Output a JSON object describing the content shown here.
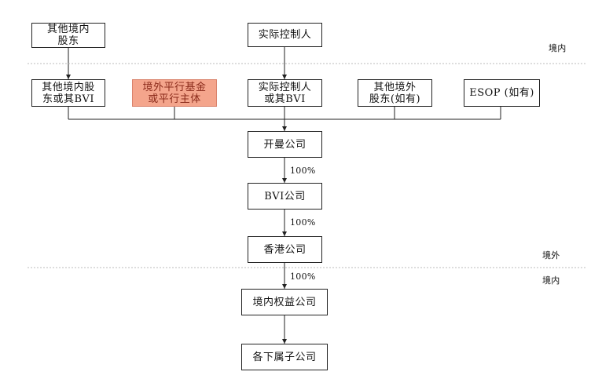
{
  "nodes": {
    "other_domestic_shareholders": "其他境内\n股东",
    "actual_controller": "实际控制人",
    "other_domestic_bvi": "其他境内股\n东或其BVI",
    "overseas_parallel_fund": "境外平行基金\n或平行主体",
    "actual_controller_bvi": "实际控制人\n或其BVI",
    "other_overseas_shareholders": "其他境外\n股东(如有)",
    "esop": "ESOP (如有)",
    "cayman_company": "开曼公司",
    "bvi_company": "BVI公司",
    "hk_company": "香港公司",
    "domestic_equity_company": "境内权益公司",
    "subsidiaries": "各下属子公司"
  },
  "ownership_labels": {
    "cayman_to_bvi": "100%",
    "bvi_to_hk": "100%",
    "hk_to_domestic": "100%"
  },
  "zone_labels": {
    "upper_domestic": "境内",
    "overseas": "境外",
    "lower_domestic": "境内"
  },
  "colors": {
    "highlight_fill": "#f4a58c",
    "highlight_text": "#8a2a1a",
    "line": "#222222",
    "divider": "#bbbbbb"
  }
}
